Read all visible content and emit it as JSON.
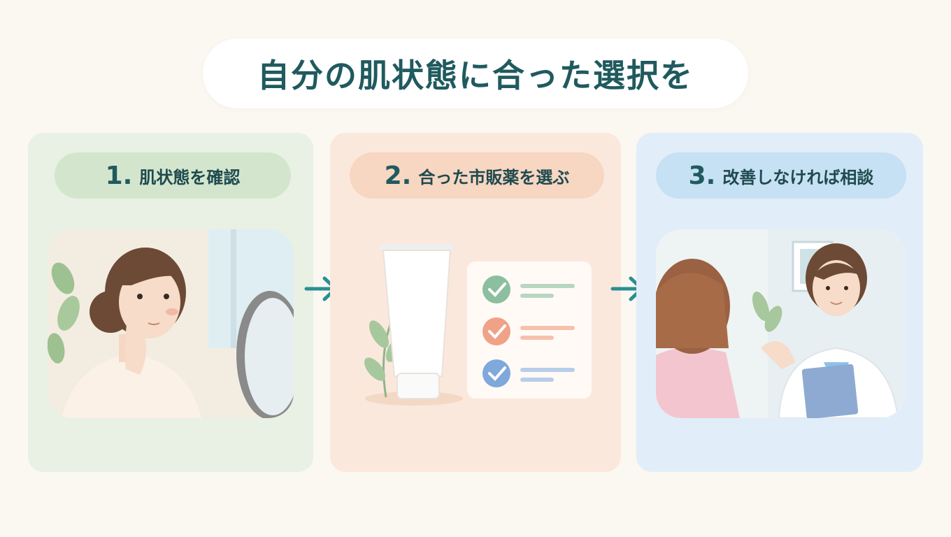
{
  "title": "自分の肌状態に合った選択を",
  "colors": {
    "title_text": "#1f5a5e",
    "step1_bg": "#e8f1e3",
    "step2_bg": "#fbe8dc",
    "step3_bg": "#e1eef9",
    "arrow": "#2a8f92",
    "check_green": "#8bbf9f",
    "check_orange": "#f0a287",
    "check_blue": "#7fa8db"
  },
  "steps": [
    {
      "number": "1.",
      "label": "肌状態を確認",
      "illustration": "woman-checking-skin-in-mirror"
    },
    {
      "number": "2.",
      "label": "合った市販薬を選ぶ",
      "illustration": "cream-tube-and-checklist"
    },
    {
      "number": "3.",
      "label": "改善しなければ相談",
      "illustration": "patient-consulting-doctor"
    }
  ],
  "arrows": [
    "arrow-right-icon",
    "arrow-right-icon"
  ]
}
